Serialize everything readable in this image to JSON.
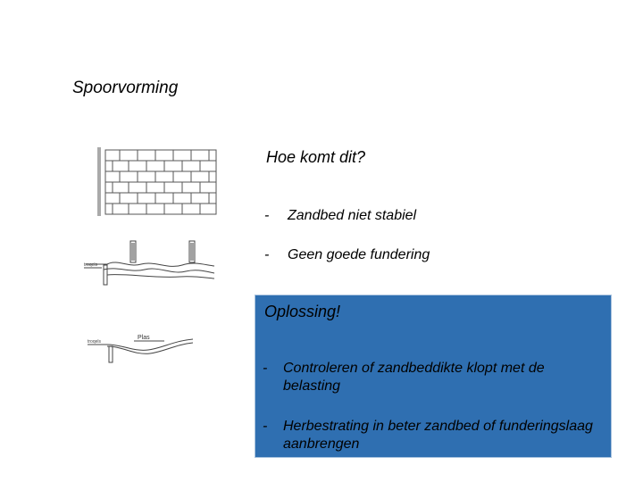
{
  "slide": {
    "title": "Spoorvorming"
  },
  "causes": {
    "question": "Hoe komt dit?",
    "items": [
      {
        "dash": "-",
        "text": "Zandbed niet stabiel"
      },
      {
        "dash": "-",
        "text": "Geen goede fundering"
      }
    ]
  },
  "solution": {
    "title": "Oplossing!",
    "items": [
      {
        "dash": "-",
        "text": "Controleren of zandbeddikte klopt met de belasting"
      },
      {
        "dash": "-",
        "text": "Herbestrating in beter zandbed of funderingslaag aanbrengen"
      }
    ],
    "color": "#2f6fb1"
  },
  "illustrations": {
    "plas_label": "Plas",
    "curb_label": "troqels"
  }
}
